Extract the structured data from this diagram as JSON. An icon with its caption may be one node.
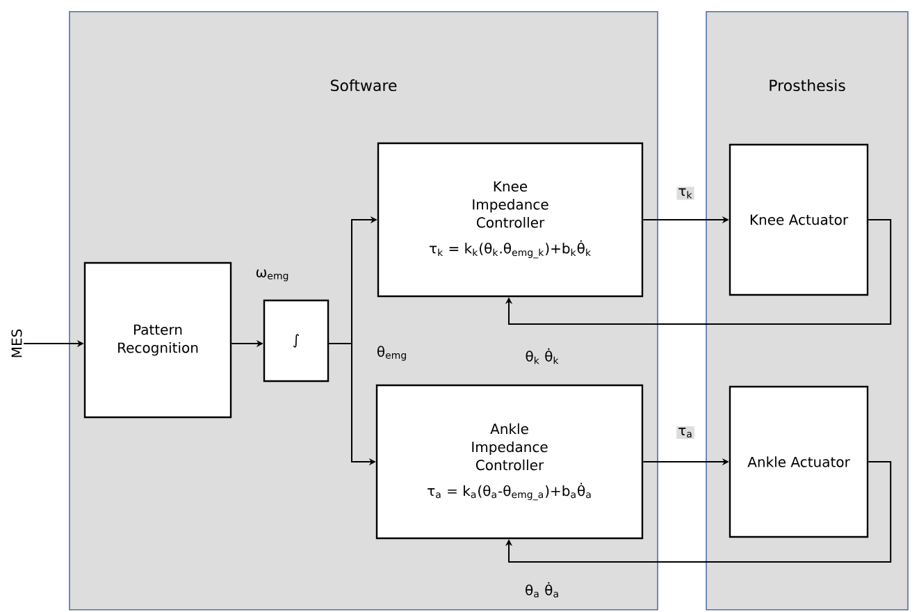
{
  "diagram": {
    "nodes": [
      {
        "text": [
          "Software"
        ]
      },
      {
        "text": [
          "Prosthesis"
        ]
      },
      {
        "text": [
          "MES"
        ]
      },
      {
        "text": [
          "Pattern Recognition"
        ],
        "in": 0
      },
      {
        "text": [
          "∫"
        ],
        "in": 0
      },
      {
        "text": [
          "Knee Impedance Controller",
          "τ$_{k}$ = k$_{k}$(θ$_{k}$.θ$_{emg_k}$)+b$_{k}$θ̇$_{k}$"
        ],
        "in": 0
      },
      {
        "text": [
          "Ankle Impedance Controller",
          "τ$_{a}$ = k$_{a}$(θ$_{a}$-θ$_{emg_a}$)+b$_{a}$θ̇$_{a}$"
        ],
        "in": 0
      },
      {
        "text": [
          "Knee Actuator"
        ],
        "in": 1
      },
      {
        "text": [
          "Ankle Actuator"
        ],
        "in": 1
      }
    ],
    "edges": [
      {
        "from": 2,
        "to": 3,
        "arrow": "to"
      },
      {
        "from": 3,
        "to": 4,
        "arrow": "to",
        "label": "ω$_{emg}$"
      },
      {
        "from": 4,
        "to": 5,
        "arrow": "to",
        "label": "θ$_{emg}$"
      },
      {
        "from": 4,
        "to": 6,
        "arrow": "to"
      },
      {
        "from": 5,
        "to": 7,
        "arrow": "to",
        "label": "τ$_{k}$"
      },
      {
        "from": 6,
        "to": 8,
        "arrow": "to",
        "label": "τ$_{a}$"
      },
      {
        "from": 7,
        "to": 5,
        "arrow": "to",
        "label": "θ$_{k}$ θ̇$_{k}$"
      },
      {
        "from": 8,
        "to": 6,
        "arrow": "to",
        "label": "θ$_{a}$ θ̇$_{a}$"
      }
    ]
  }
}
